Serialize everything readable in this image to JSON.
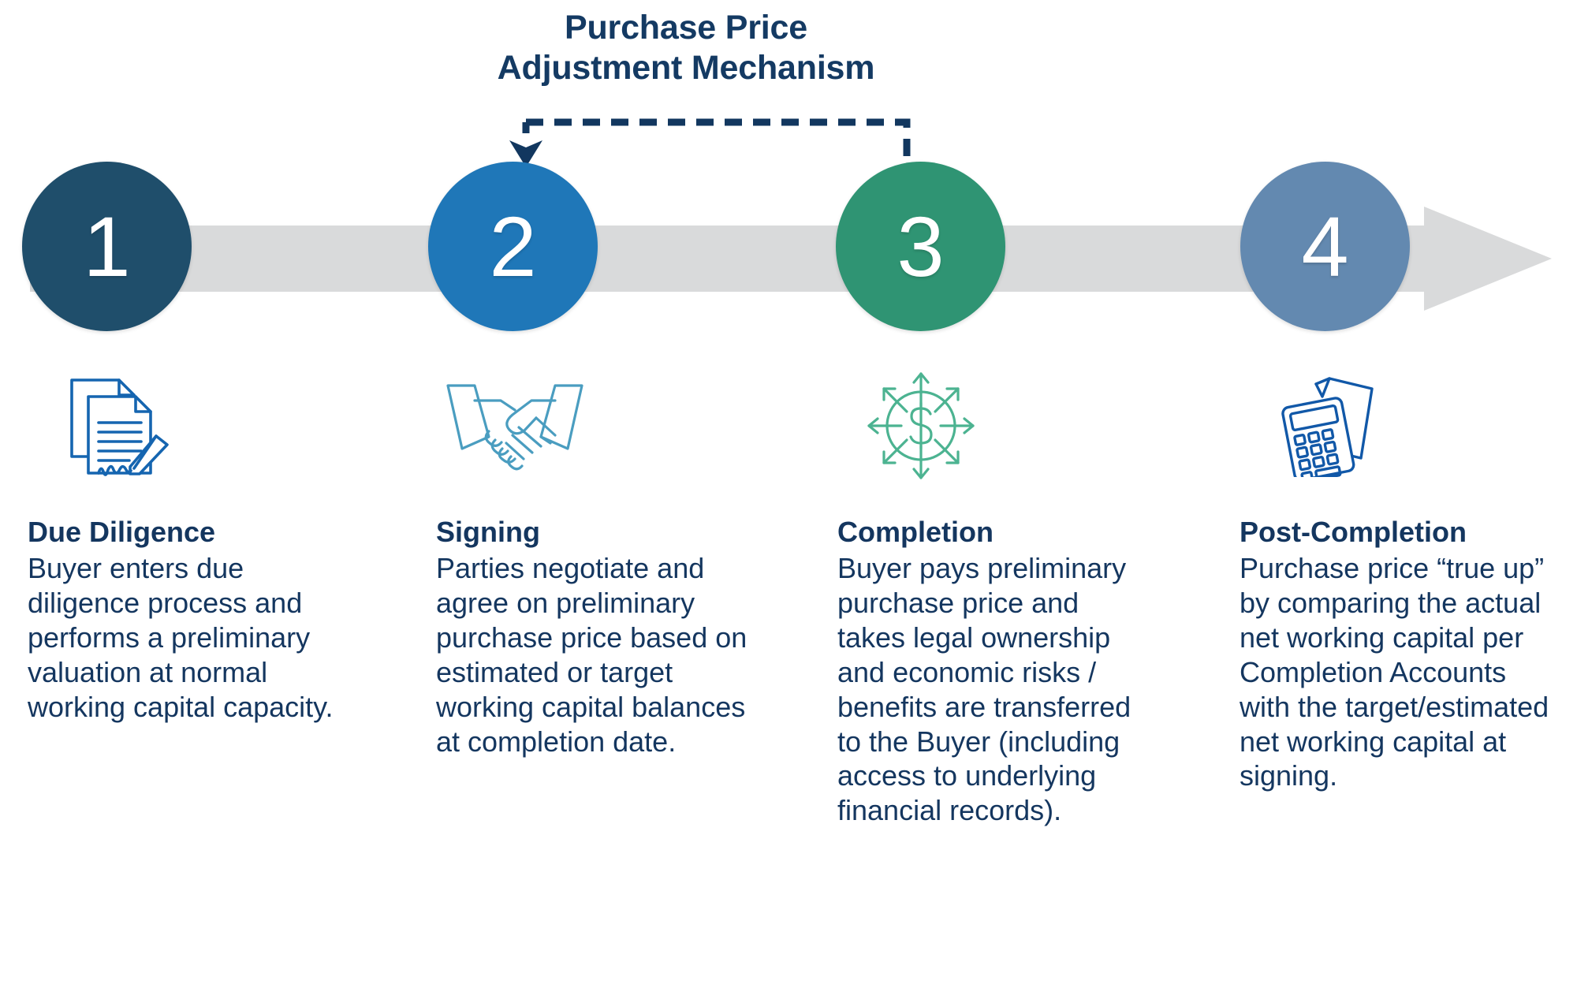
{
  "diagram": {
    "title_lines": [
      "Purchase Price",
      "Adjustment Mechanism"
    ],
    "title_full": "Purchase Price Adjustment Mechanism",
    "colors": {
      "title_navy": "#143a63",
      "text_navy": "#14365f",
      "step_1": "#1f4e6b",
      "step_2": "#1f77b8",
      "step_3": "#2f9473",
      "step_4": "#6389b0",
      "timeline_gray": "#d9dadb",
      "connector_navy": "#12375f",
      "icon_1_blue": "#1565b0",
      "icon_2_teal": "#4a9dc0",
      "icon_3_green": "#4cb391",
      "icon_4_blue": "#1158a8"
    },
    "connector": {
      "from_step": "3",
      "to_step": "2",
      "style": "dashed",
      "arrow_direction": "down-into-step-2"
    },
    "timeline": {
      "shape": "right-arrow",
      "fill": "#d9dadb"
    },
    "steps": [
      {
        "number": "1",
        "heading": "Due Diligence",
        "body": "Buyer enters due diligence process and performs a preliminary valuation at normal working capital capacity.",
        "icon": "document-with-pen-icon",
        "circle_color": "#1f4e6b",
        "icon_color": "#1565b0"
      },
      {
        "number": "2",
        "heading": "Signing",
        "body": "Parties negotiate and agree on preliminary purchase price based on estimated or target working capital balances at completion date.",
        "icon": "handshake-icon",
        "circle_color": "#1f77b8",
        "icon_color": "#4a9dc0"
      },
      {
        "number": "3",
        "heading": "Completion",
        "body": "Buyer pays preliminary purchase price and takes legal ownership and economic risks / benefits are transferred to the Buyer (including access to underlying financial records).",
        "icon": "dollar-expand-arrows-icon",
        "circle_color": "#2f9473",
        "icon_color": "#4cb391"
      },
      {
        "number": "4",
        "heading": "Post-Completion",
        "body": "Purchase price “true up” by comparing the actual net working capital per Completion Accounts with the target/estimated net working capital at signing.",
        "icon": "calculator-with-document-icon",
        "circle_color": "#6389b0",
        "icon_color": "#1158a8"
      }
    ]
  }
}
